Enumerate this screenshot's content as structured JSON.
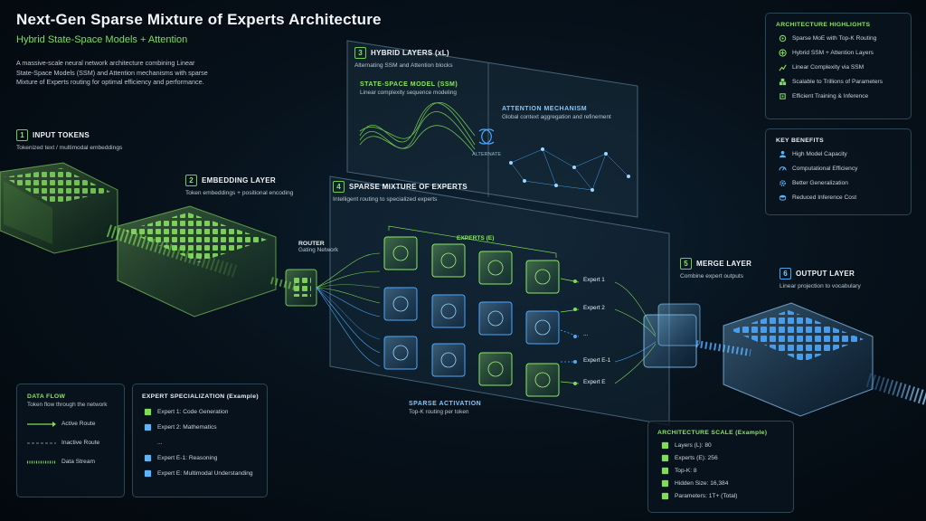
{
  "title": "Next-Gen Sparse Mixture of Experts Architecture",
  "subtitle": "Hybrid State-Space Models + Attention",
  "intro": "A massive-scale neural network architecture combining Linear State-Space Models (SSM) and Attention mechanisms with sparse Mixture of Experts routing for optimal efficiency and performance.",
  "steps": [
    {
      "num": "1",
      "name": "INPUT TOKENS",
      "desc": "Tokenized text / multimodal embeddings"
    },
    {
      "num": "2",
      "name": "EMBEDDING LAYER",
      "desc": "Token embeddings + positional encoding"
    },
    {
      "num": "3",
      "name": "HYBRID LAYERS (xL)",
      "desc": "Alternating SSM and Attention blocks"
    },
    {
      "num": "4",
      "name": "SPARSE MIXTURE OF EXPERTS",
      "desc": "Intelligent routing to specialized experts"
    },
    {
      "num": "5",
      "name": "MERGE LAYER",
      "desc": "Combine expert outputs"
    },
    {
      "num": "6",
      "name": "OUTPUT LAYER",
      "desc": "Linear projection to vocabulary"
    }
  ],
  "ssm": {
    "title": "STATE-SPACE MODEL (SSM)",
    "desc": "Linear complexity sequence modeling"
  },
  "attention": {
    "title": "ATTENTION MECHANISM",
    "desc": "Global context aggregation and refinement"
  },
  "alternate_label": "ALTERNATE",
  "router": {
    "title": "ROUTER",
    "desc": "Gating Network"
  },
  "experts_header": "EXPERTS (E)",
  "expert_labels": [
    "Expert 1",
    "Expert 2",
    "...",
    "Expert E-1",
    "Expert E"
  ],
  "sparse_activation": {
    "title": "SPARSE ACTIVATION",
    "desc": "Top-K routing per token"
  },
  "highlights": {
    "title": "ARCHITECTURE HIGHLIGHTS",
    "items": [
      {
        "label": "Sparse MoE with Top-K Routing",
        "icon": "network-icon"
      },
      {
        "label": "Hybrid SSM + Attention Layers",
        "icon": "plus-circle-icon"
      },
      {
        "label": "Linear Complexity via SSM",
        "icon": "chart-icon"
      },
      {
        "label": "Scalable to Trillions of Parameters",
        "icon": "cubes-icon"
      },
      {
        "label": "Efficient Training & Inference",
        "icon": "chip-icon"
      }
    ]
  },
  "benefits": {
    "title": "KEY BENEFITS",
    "items": [
      {
        "label": "High Model Capacity",
        "icon": "users-icon"
      },
      {
        "label": "Computational Efficiency",
        "icon": "gauge-icon"
      },
      {
        "label": "Better Generalization",
        "icon": "gear-icon"
      },
      {
        "label": "Reduced Inference Cost",
        "icon": "coin-icon"
      }
    ]
  },
  "data_flow": {
    "title": "DATA FLOW",
    "desc": "Token flow through the network",
    "items": [
      "Active Route",
      "Inactive Route",
      "Data Stream"
    ]
  },
  "expert_specialization": {
    "title": "EXPERT SPECIALIZATION (Example)",
    "items": [
      {
        "label": "Expert 1: Code Generation",
        "icon": "code-icon"
      },
      {
        "label": "Expert 2: Mathematics",
        "icon": "math-icon"
      },
      {
        "label": "...",
        "icon": ""
      },
      {
        "label": "Expert E-1: Reasoning",
        "icon": "brain-icon"
      },
      {
        "label": "Expert E: Multimodal Understanding",
        "icon": "image-icon"
      }
    ]
  },
  "architecture_scale": {
    "title": "ARCHITECTURE SCALE (Example)",
    "items": [
      {
        "label": "Layers (L): 80",
        "icon": "layers-icon"
      },
      {
        "label": "Experts (E): 256",
        "icon": "cubes-icon"
      },
      {
        "label": "Top-K: 8",
        "icon": "check-icon"
      },
      {
        "label": "Hidden Size: 16,384",
        "icon": "cube-icon"
      },
      {
        "label": "Parameters: 1T+   (Total)",
        "icon": "nodes-icon"
      }
    ]
  },
  "colors": {
    "green": "#7fdd55",
    "blue": "#4aa8ff",
    "panel_border": "#2c4656",
    "bg": "#07121c"
  }
}
